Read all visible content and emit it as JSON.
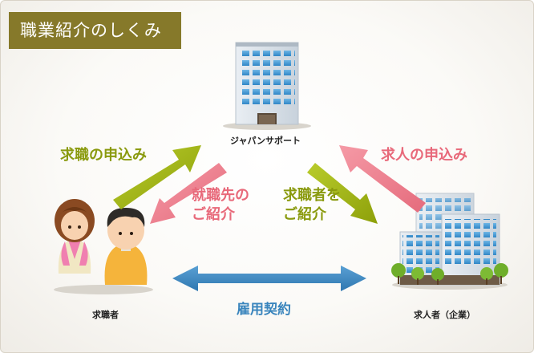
{
  "title": "職業紹介のしくみ",
  "nodes": {
    "agency": "ジャパンサポート",
    "seekers": "求職者",
    "employers": "求人者（企業）"
  },
  "arrows": {
    "seeker_application": "求職の申込み",
    "job_introduction_line1": "就職先の",
    "job_introduction_line2": "ご紹介",
    "seeker_introduction_line1": "求職者を",
    "seeker_introduction_line2": "ご紹介",
    "job_order": "求人の申込み",
    "employment_contract": "雇用契約"
  },
  "colors": {
    "title_bg": "#86792a",
    "olive_arrow": "#9fb40f",
    "pink_arrow": "#ec7a8a",
    "blue_arrow": "#3f88c2"
  }
}
